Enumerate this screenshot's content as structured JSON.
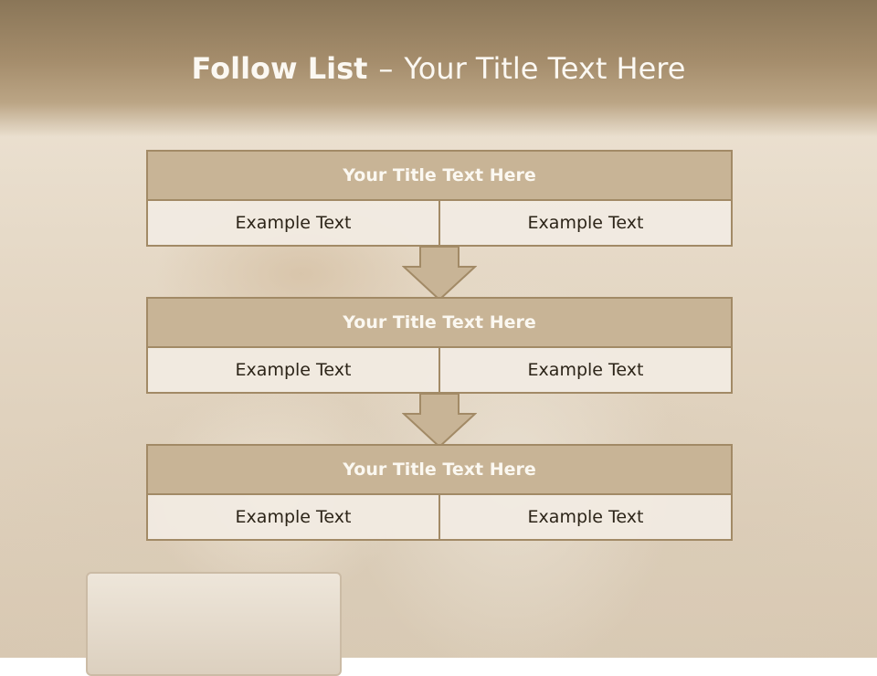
{
  "slide": {
    "title_bold": "Follow List",
    "title_dash": "–",
    "title_rest": "Your Title Text Here"
  },
  "steps": [
    {
      "title": "Your Title Text Here",
      "left": "Example Text",
      "right": "Example Text"
    },
    {
      "title": "Your Title Text Here",
      "left": "Example Text",
      "right": "Example Text"
    },
    {
      "title": "Your Title Text Here",
      "left": "Example Text",
      "right": "Example Text"
    }
  ],
  "colors": {
    "header_fill": "#c8b496",
    "border": "#a28a66",
    "cell_fill": "#f2ece3",
    "title_band": "#a58d6c",
    "title_text": "#fbf8f2"
  }
}
